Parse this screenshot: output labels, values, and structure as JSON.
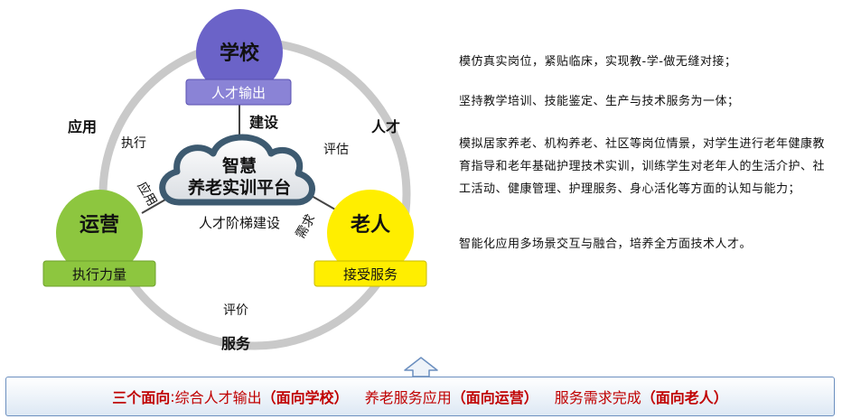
{
  "nodes": {
    "school": {
      "title": "学校",
      "label": "人才输出",
      "color": "#6b63c8",
      "label_color": "#8a83d6"
    },
    "operation": {
      "title": "运营",
      "label": "执行力量",
      "color": "#8dc63f",
      "label_color": "#8dc63f"
    },
    "elder": {
      "title": "老人",
      "label": "接受服务",
      "color": "#ffee00",
      "label_color": "#ffee00"
    }
  },
  "center": {
    "line1": "智慧",
    "line2": "养老实训平台",
    "sub": "人才阶梯建设"
  },
  "edge_labels": {
    "build": "建设",
    "apply_outer": "应用",
    "execute": "执行",
    "apply_inner": "应用",
    "talent": "人才",
    "evaluate": "评估",
    "demand": "需求",
    "review": "评价",
    "service": "服务"
  },
  "description": [
    "模仿真实岗位，紧贴临床，实现教-学-做无缝对接；",
    "坚持教学培训、技能鉴定、生产与技术服务为一体；",
    "模拟居家养老、机构养老、社区等岗位情景，对学生进行老年健康教育指导和老年基础护理技术实训，训练学生对老年人的生活介护、社工活动、健康管理、护理服务、身心活化等方面的认知与能力；",
    "智能化应用多场景交互与融合，培养全方面技术人才。"
  ],
  "banner": {
    "lead": "三个面向",
    "colon": ":",
    "item1_text": "综合人才输出",
    "item1_tag": "（面向学校）",
    "item2_text": "养老服务应用",
    "item2_tag": "（面向运营）",
    "item3_text": "服务需求完成",
    "item3_tag": "（面向老人）"
  }
}
